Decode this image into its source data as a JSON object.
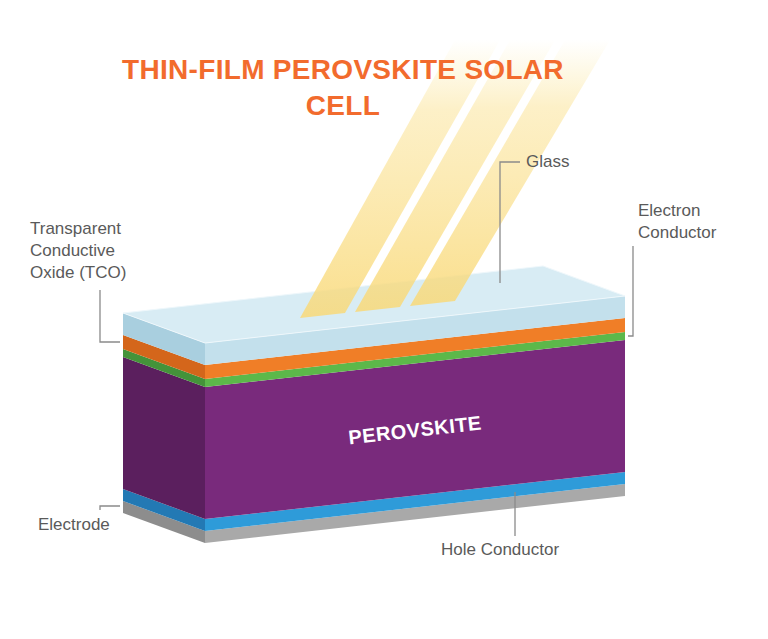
{
  "diagram": {
    "title": "THIN-FILM PEROVSKITE SOLAR CELL",
    "nodes": [
      {
        "text": [
          "PEROVSKITE"
        ]
      }
    ],
    "labels": [
      "Glass",
      "Electron Conductor",
      "Transparent Conductive Oxide (TCO)",
      "Electrode",
      "Hole Conductor"
    ]
  }
}
